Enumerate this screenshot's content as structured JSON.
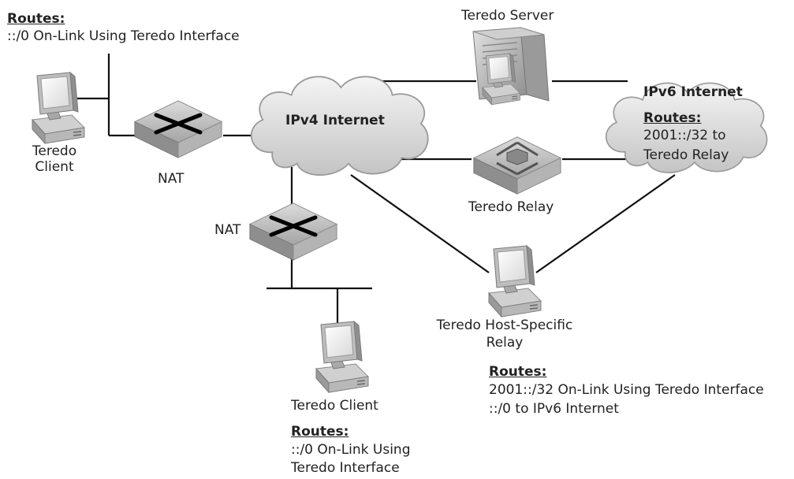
{
  "routes_heading": "Routes:",
  "teredo_client_1": {
    "label_line1": "Teredo",
    "label_line2": "Client",
    "route1": "::/0 On-Link Using Teredo Interface"
  },
  "nat_1": {
    "label": "NAT"
  },
  "nat_2": {
    "label": "NAT"
  },
  "ipv4_internet": {
    "label": "IPv4 Internet"
  },
  "teredo_server": {
    "label": "Teredo Server"
  },
  "ipv6_internet": {
    "label": "IPv6 Internet",
    "route_line1": "2001::/32 to",
    "route_line2": "Teredo Relay"
  },
  "teredo_relay": {
    "label": "Teredo Relay"
  },
  "host_specific_relay": {
    "label_line1": "Teredo Host-Specific",
    "label_line2": "Relay",
    "route1": "2001::/32 On-Link Using Teredo Interface",
    "route2": "::/0 to IPv6 Internet"
  },
  "teredo_client_2": {
    "label": "Teredo Client",
    "route_line1": "::/0 On-Link Using",
    "route_line2": "Teredo Interface"
  }
}
